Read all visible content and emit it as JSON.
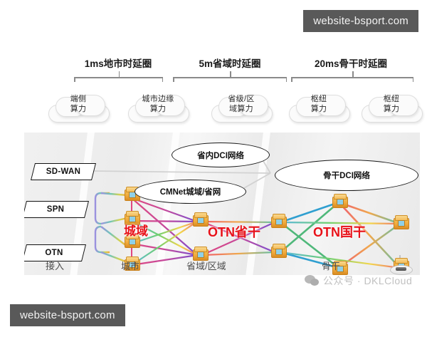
{
  "watermarks": {
    "top_right": "website-bsport.com",
    "bottom_left": "website-bsport.com",
    "wechat": "公众号 · DKLCloud"
  },
  "tier_labels": [
    {
      "text": "1ms地市时延圈"
    },
    {
      "text": "5m省域时延圈"
    },
    {
      "text": "20ms骨干时延圈"
    }
  ],
  "compute_clouds": [
    {
      "line1": "端侧",
      "line2": "算力"
    },
    {
      "line1": "城市边缘",
      "line2": "算力"
    },
    {
      "line1": "省级/区",
      "line2": "域算力"
    },
    {
      "line1": "枢纽",
      "line2": "算力"
    },
    {
      "line1": "枢纽",
      "line2": "算力"
    }
  ],
  "access_tags": [
    {
      "label": "SD-WAN"
    },
    {
      "label": "SPN"
    },
    {
      "label": "OTN"
    }
  ],
  "network_ellipses": [
    {
      "label": "省内DCI网络"
    },
    {
      "label": "CMNet城域/省网"
    },
    {
      "label": "骨干DCI网络"
    }
  ],
  "region_labels": [
    {
      "label": "城域",
      "color": "#e8121a"
    },
    {
      "label": "OTN省干",
      "color": "#e8121a"
    },
    {
      "label": "OTN国干",
      "color": "#e8121a"
    }
  ],
  "column_labels": [
    {
      "text": "接入"
    },
    {
      "text": "城市"
    },
    {
      "text": "省域/区域"
    },
    {
      "text": "骨干"
    }
  ],
  "icons": {
    "router": "router-icon",
    "terminal": "terminal-mouse-icon",
    "cloud": "cloud-icon",
    "wechat": "wechat-icon"
  },
  "colors": {
    "accent_red": "#e8121a",
    "panel_bg": "#f0f0f0",
    "watermark_bg": "#595959",
    "router_gold": "#efa93c"
  }
}
